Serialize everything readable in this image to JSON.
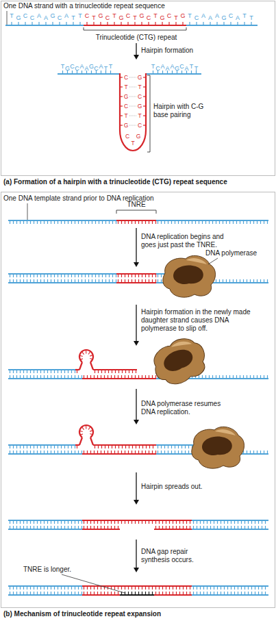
{
  "diagram": {
    "nodes": [
      {
        "text": [
          "(a) Formation of a hairpin with a trinucleotide (CTG) repeat sequence"
        ]
      },
      {
        "text": [
          "(b) Mechanism of trinucleotide repeat expansion"
        ]
      }
    ],
    "labels": [
      "One DNA strand with a trinucleotide repeat sequence",
      "TGCCAAGCATT",
      "CTGCTGCTGCTGCTG",
      "TCAAAGCATT",
      "Trinucleotide (CTG) repeat",
      "Hairpin formation",
      "TGCCAAGCATT",
      "CTGCTGCTGCTGCTG",
      "TCAAAGCATT",
      "Hairpin with C-G base pairing",
      "One DNA template strand prior to DNA replication",
      "TNRE",
      "DNA replication begins and goes just past the TNRE.",
      "DNA polymerase",
      "Hairpin formation in the newly made daughter strand causes DNA polymerase to slip off.",
      "DNA polymerase resumes DNA replication.",
      "Hairpin spreads out.",
      "DNA gap repair synthesis occurs.",
      "TNRE is longer."
    ]
  }
}
